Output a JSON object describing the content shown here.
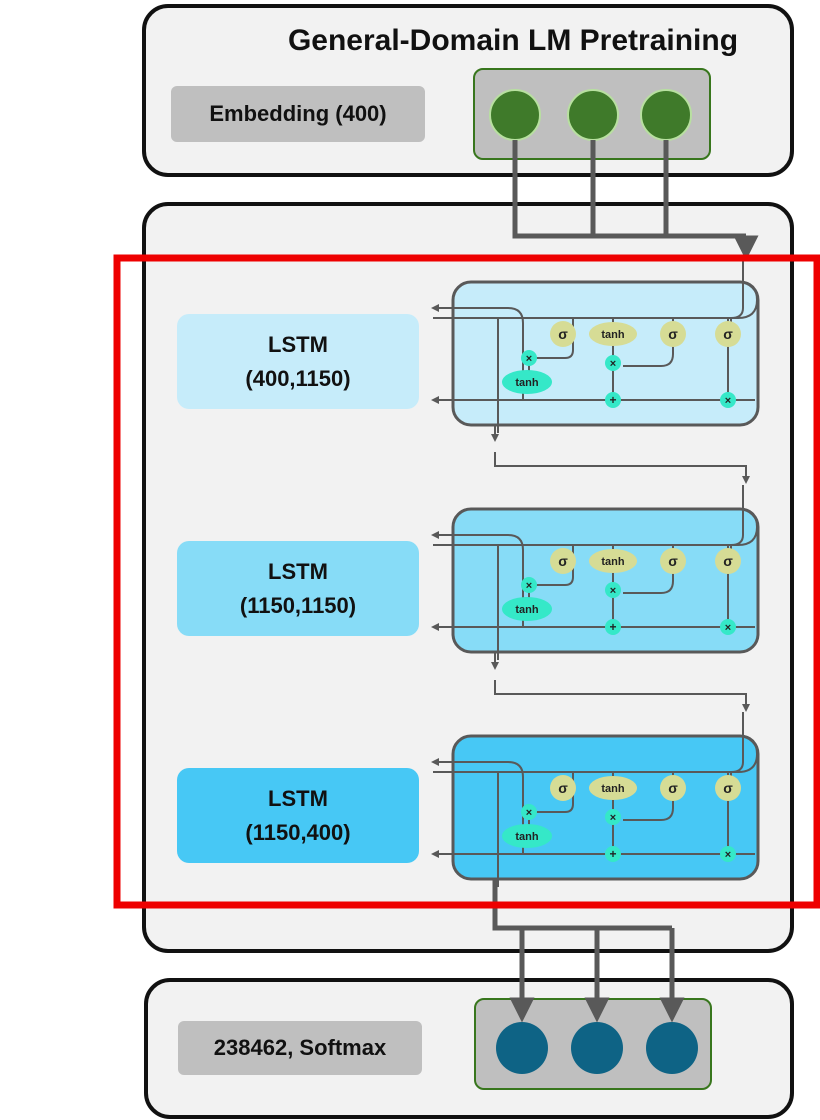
{
  "top_panel": {
    "title": "General-Domain LM Pretraining",
    "embedding_label": "Embedding (400)",
    "node_color": "#3f7a2a"
  },
  "lstm_layers": [
    {
      "name": "LSTM",
      "dims": "(400,1150)",
      "label_color": "#c6ecfa",
      "cell_color": "#c6ecfa"
    },
    {
      "name": "LSTM",
      "dims": "(1150,1150)",
      "label_color": "#87dcf7",
      "cell_color": "#87dcf7"
    },
    {
      "name": "LSTM",
      "dims": "(1150,400)",
      "label_color": "#47c8f5",
      "cell_color": "#47c8f5"
    }
  ],
  "cell_symbols": {
    "sigma": "σ",
    "tanh": "tanh",
    "multiply": "×",
    "add": "+"
  },
  "bottom_panel": {
    "output_label": "238462, Softmax",
    "node_color": "#0e6385"
  },
  "highlight_color": "#ee0000"
}
